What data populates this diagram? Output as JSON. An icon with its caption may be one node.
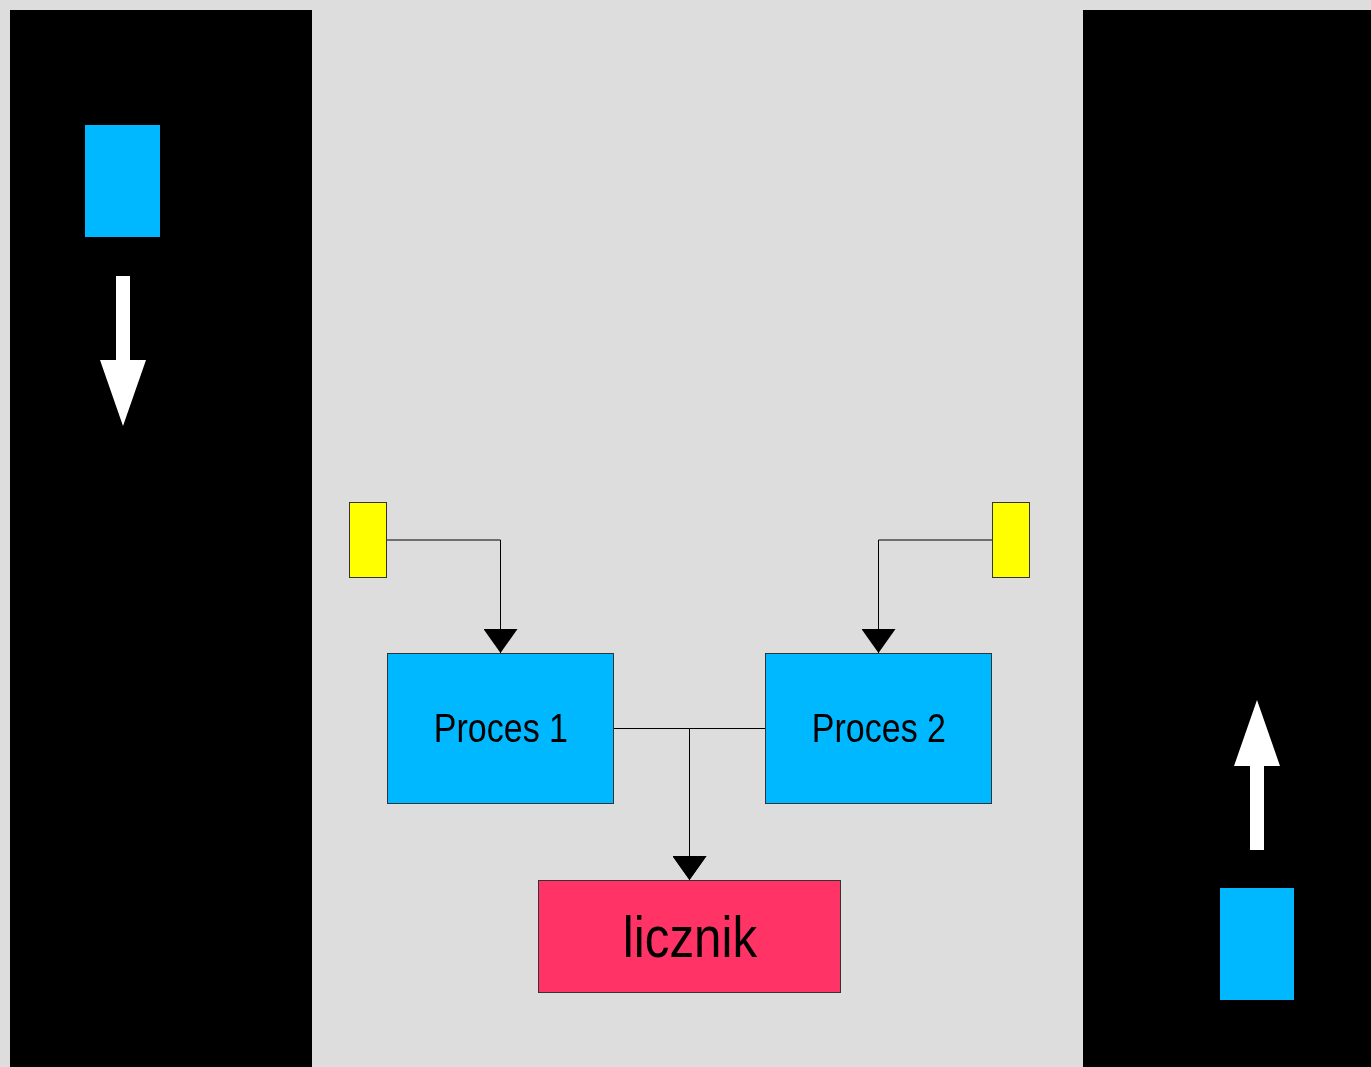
{
  "diagram": {
    "nodes": [
      {
        "text": [],
        "shape": "box"
      },
      {
        "text": [],
        "shape": "box",
        "in": 0
      },
      {
        "text": [],
        "shape": "box"
      },
      {
        "text": [],
        "shape": "box",
        "in": 2
      },
      {
        "text": [],
        "shape": "box"
      },
      {
        "text": [],
        "shape": "box"
      },
      {
        "text": [
          "Proces 1"
        ]
      },
      {
        "text": [
          "Proces 2"
        ]
      },
      {
        "text": [
          "licznik"
        ]
      }
    ],
    "edges": [
      {
        "from": 4,
        "to": 6,
        "arrow": "to"
      },
      {
        "from": 5,
        "to": 7,
        "arrow": "to"
      },
      {
        "from": 6,
        "to": 8,
        "arrow": "to"
      },
      {
        "from": 7,
        "to": 8,
        "arrow": "to"
      }
    ]
  }
}
